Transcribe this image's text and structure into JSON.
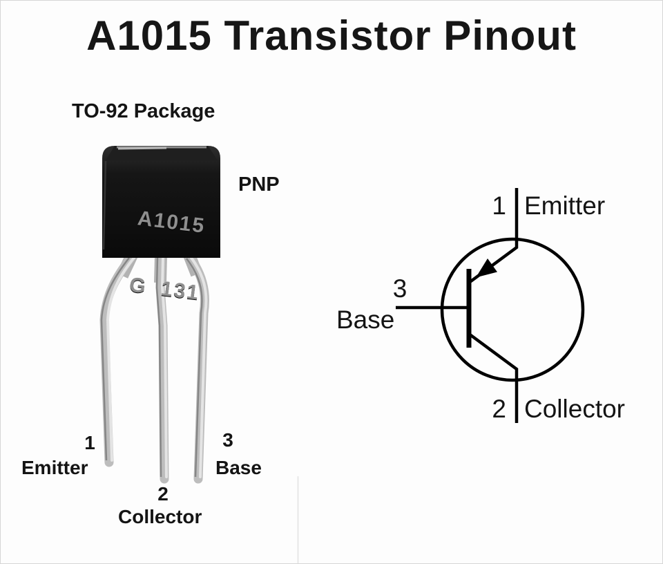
{
  "page": {
    "title": "A1015 Transistor Pinout"
  },
  "package_view": {
    "heading": "TO-92 Package",
    "type_label": "PNP",
    "marking_line1": "A1015",
    "marking_line2": "G  131",
    "pins": [
      {
        "number": "1",
        "name": "Emitter"
      },
      {
        "number": "2",
        "name": "Collector"
      },
      {
        "number": "3",
        "name": "Base"
      }
    ]
  },
  "schematic": {
    "symbol": "pnp-transistor",
    "pins": [
      {
        "number": "1",
        "name": "Emitter",
        "position": "top"
      },
      {
        "number": "3",
        "name": "Base",
        "position": "left"
      },
      {
        "number": "2",
        "name": "Collector",
        "position": "bottom"
      }
    ]
  },
  "colors": {
    "background": "#fdfdfd",
    "package_body": "#0d0d0d",
    "package_marking": "#8f8f8f",
    "leads_silver": "#bdbdbd",
    "schematic_line": "#000000"
  }
}
